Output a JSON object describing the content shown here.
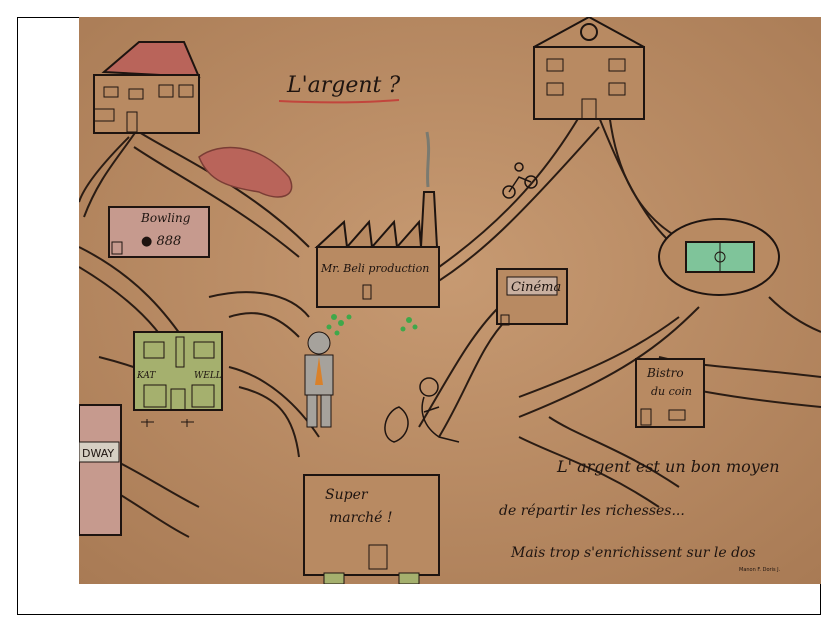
{
  "image": {
    "title_text": "L'argent ?",
    "buildings": {
      "bowling": "Bowling",
      "bowling_marks": "● 888",
      "factory": "Mr. Beli production",
      "cinema": "Cinéma",
      "bistro_line1": "Bistro",
      "bistro_line2": "du coin",
      "house_left_tag": "KAT",
      "house_right_tag": "WELL",
      "supermarket_line1": "Super",
      "supermarket_line2": "marché !",
      "broadway_sign": "DWAY"
    },
    "caption_lines": [
      "L' argent est un bon moyen",
      "de répartir les richesses...",
      "Mais trop s'enrichissent sur le dos"
    ],
    "signature": "Manon F.  Doris J."
  },
  "colors": {
    "paper": "#b88a62",
    "ink": "#1e1410",
    "roof_red": "#b9645a",
    "field_green": "#7fc49a",
    "money_green": "#3fa84a",
    "wall_pink": "#c69a8e"
  }
}
